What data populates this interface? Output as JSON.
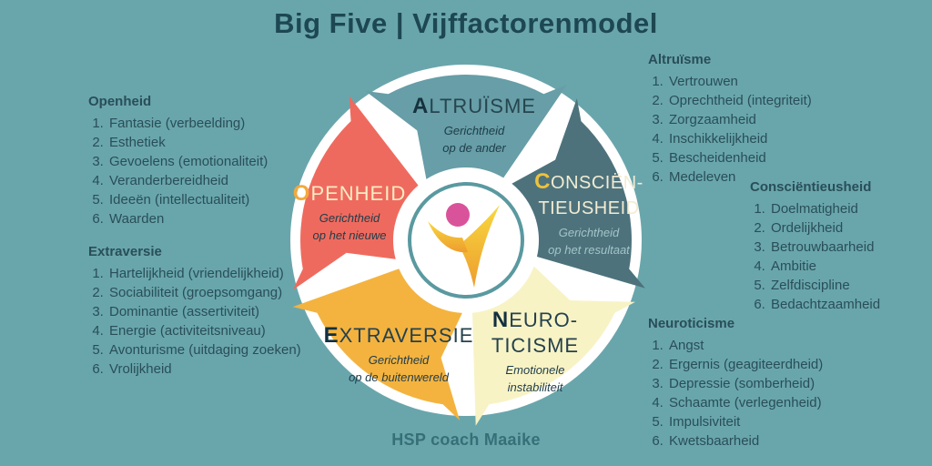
{
  "background": "#69a6ac",
  "title": {
    "text": "Big Five | Vijffactorenmodel",
    "color": "#1d4752"
  },
  "footer": {
    "text": "HSP coach Maaike",
    "color": "#366f77"
  },
  "side_lists": [
    {
      "id": "openheid",
      "title": "Openheid",
      "items": [
        "Fantasie (verbeelding)",
        "Esthetiek",
        "Gevoelens (emotionaliteit)",
        "Veranderbereidheid",
        "Ideeën (intellectualiteit)",
        "Waarden"
      ]
    },
    {
      "id": "extraversie",
      "title": "Extraversie",
      "items": [
        "Hartelijkheid (vriendelijkheid)",
        "Sociabiliteit (groepsomgang)",
        "Dominantie (assertiviteit)",
        "Energie (activiteitsniveau)",
        "Avonturisme (uitdaging zoeken)",
        "Vrolijkheid"
      ]
    },
    {
      "id": "altruisme",
      "title": "Altruïsme",
      "items": [
        "Vertrouwen",
        "Oprechtheid (integriteit)",
        "Zorgzaamheid",
        "Inschikkelijkheid",
        "Bescheidenheid",
        "Medeleven"
      ]
    },
    {
      "id": "conscientieusheid",
      "title": "Consciëntieusheid",
      "items": [
        "Doelmatigheid",
        "Ordelijkheid",
        "Betrouwbaarheid",
        "Ambitie",
        "Zelfdiscipline",
        "Bedachtzaamheid"
      ]
    },
    {
      "id": "neuroticisme",
      "title": "Neuroticisme",
      "items": [
        "Angst",
        "Ergernis (geagiteerdheid)",
        "Depressie (somberheid)",
        "Schaamte (verlegenheid)",
        "Impulsiviteit",
        "Kwetsbaarheid"
      ]
    }
  ],
  "wheel": {
    "segments": [
      {
        "id": "altruisme",
        "fill": "#679ea7",
        "title_lead": "A",
        "title_rest_lines": [
          "LTRUÏSME"
        ],
        "lead_color": "#15323e",
        "title_color": "#26454f",
        "subtitle_lines": [
          "Gerichtheid",
          "op de ander"
        ],
        "subtitle_color": "#1e3c49"
      },
      {
        "id": "conscientieusheid",
        "fill": "#4d727c",
        "title_lead": "C",
        "title_rest_lines": [
          "ONSCIËN-",
          "TIEUSHEID"
        ],
        "lead_color": "#edc23f",
        "title_color": "#f2ecd2",
        "subtitle_lines": [
          "Gerichtheid",
          "op het resultaat"
        ],
        "subtitle_color": "#a3c5c8"
      },
      {
        "id": "neuroticisme",
        "fill": "#f8f3c5",
        "title_lead": "N",
        "title_rest_lines": [
          "EURO-",
          "TICISME"
        ],
        "lead_color": "#12303f",
        "title_color": "#24414d",
        "subtitle_lines": [
          "Emotionele",
          "instabiliteit"
        ],
        "subtitle_color": "#1e3c49"
      },
      {
        "id": "extraversie",
        "fill": "#f4b33f",
        "title_lead": "E",
        "title_rest_lines": [
          "XTRAVERSIE"
        ],
        "lead_color": "#12303f",
        "title_color": "#24414d",
        "subtitle_lines": [
          "Gerichtheid",
          "op de buitenwereld"
        ],
        "subtitle_color": "#1e3c49"
      },
      {
        "id": "openheid",
        "fill": "#ef6a5e",
        "title_lead": "O",
        "title_rest_lines": [
          "PENHEID"
        ],
        "lead_color": "#f2a93b",
        "title_color": "#f8ecc4",
        "subtitle_lines": [
          "Gerichtheid",
          "op het nieuwe"
        ],
        "subtitle_color": "#1e3c49"
      }
    ],
    "logo": {
      "head_color": "#d9539b",
      "body_top": "#f7d840",
      "body_bottom": "#ee9d2d",
      "ring_color": "#5a99a0"
    }
  }
}
